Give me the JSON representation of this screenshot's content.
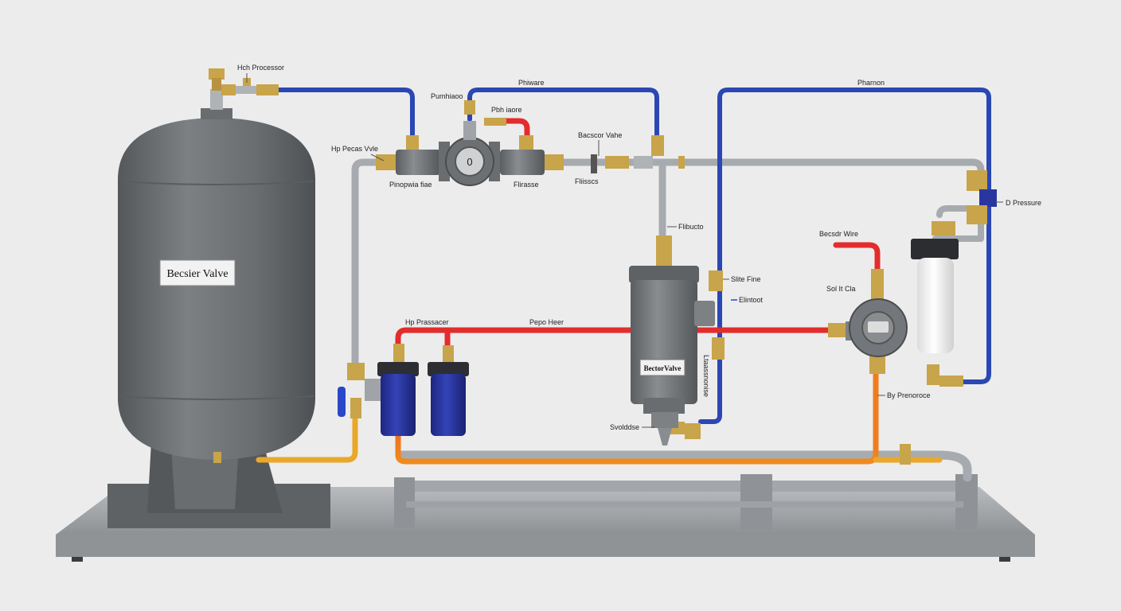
{
  "colors": {
    "background": "#ececec",
    "tank": "#6f7173",
    "frame": "#9a9ea2",
    "pipe_gray": "#a7abaf",
    "pipe_blue": "#2b47b3",
    "pipe_red": "#e32c2c",
    "pipe_orange": "#ef7d1e",
    "pipe_yellow": "#e9a82a",
    "brass": "#c8a44a",
    "filter_blue": "#2a36a0"
  },
  "tank": {
    "plate_text": "Becsier Valve"
  },
  "separator": {
    "plate_text": "BectorValve"
  },
  "labels": {
    "hch_processor": "Hch Processor",
    "phiware": "Phiware",
    "pharnon": "Pharnon",
    "pumhiaoo": "Pumhiaoo",
    "pbh_iaore": "Pbh iaore",
    "bacscor_vahe": "Bacscor Vahe",
    "hp_pecas_vvle": "Hp Pecas Vvle",
    "pinopwia_fiae": "Pinopwia fiae",
    "flirasse": "Flirasse",
    "fliisscs": "Fliisscs",
    "flibucto": "Flibucto",
    "d_pressure": "D Pressure",
    "becsdr_wire": "Becsdr Wire",
    "slite_fine": "Slite Fine",
    "sol_it_cla": "Sol It Cla",
    "elintoot": "Elintoot",
    "hp_prassacer": "Hp Prassacer",
    "pepo_heer": "Pepo Heer",
    "ltaassnonise": "Ltaassnonise",
    "by_prenoroce": "By Prenoroce",
    "svolddse": "Svolddse"
  }
}
